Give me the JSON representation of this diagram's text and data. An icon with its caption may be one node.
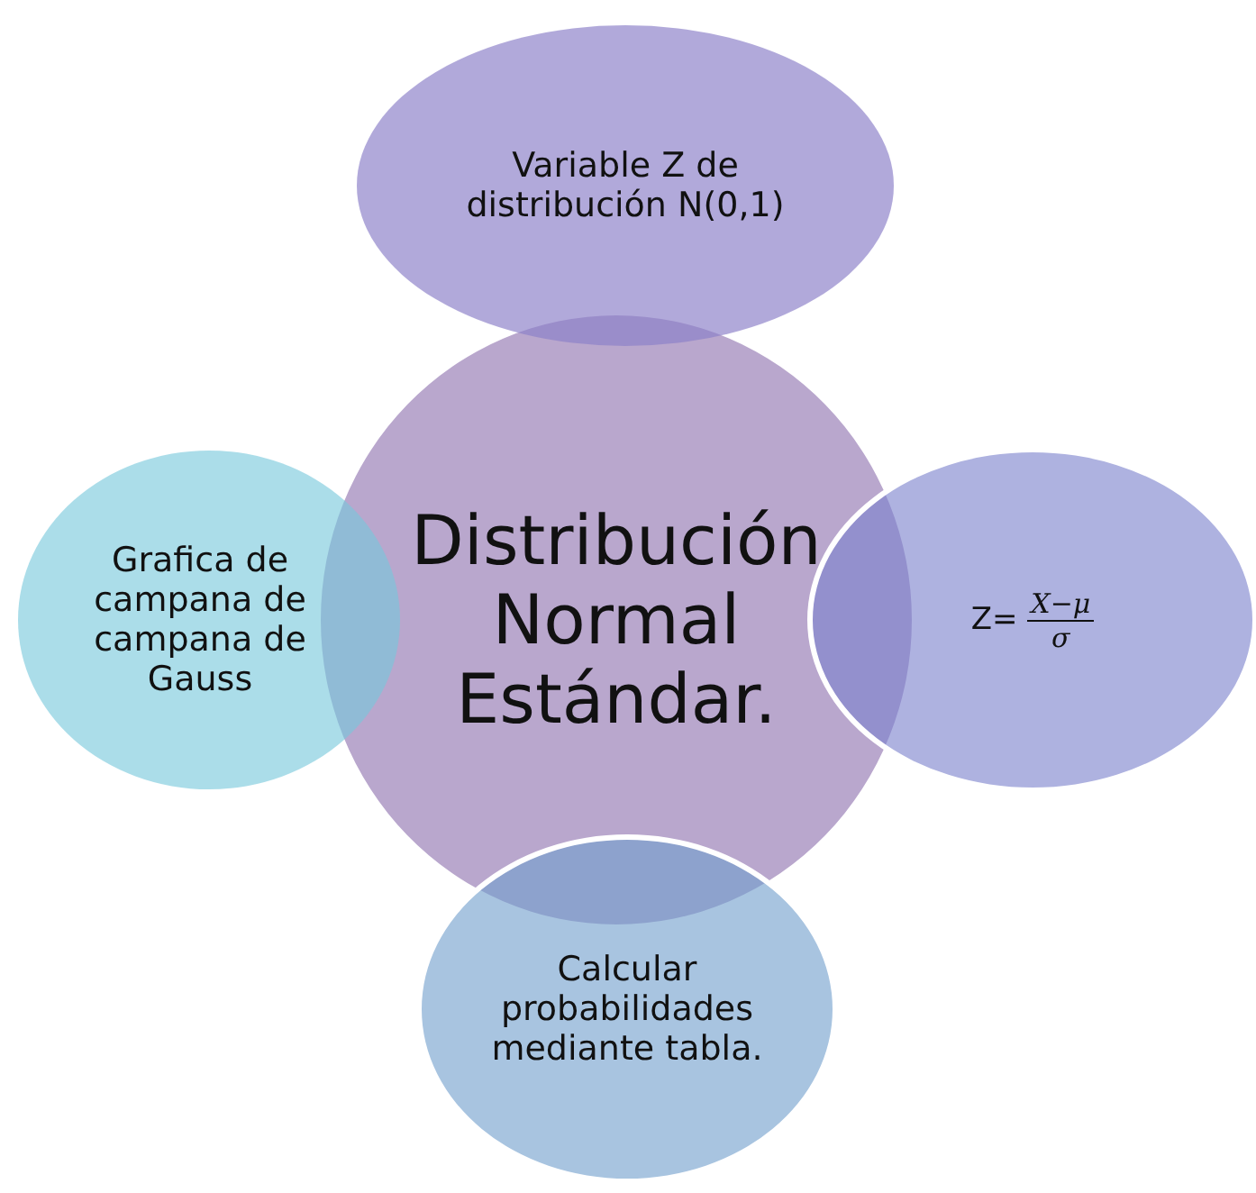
{
  "diagram": {
    "nodes": [
      {
        "text": [
          "Variable Z de distribución N(0,1)"
        ]
      },
      {
        "text": [
          "Grafica de campana de campana de Gauss"
        ]
      },
      {
        "text": [
          "Distribución Normal Estándar."
        ]
      },
      {
        "text": [
          "Z=",
          "X−μ",
          "σ"
        ]
      },
      {
        "text": [
          "Calcular probabilidades mediante tabla."
        ]
      }
    ]
  }
}
